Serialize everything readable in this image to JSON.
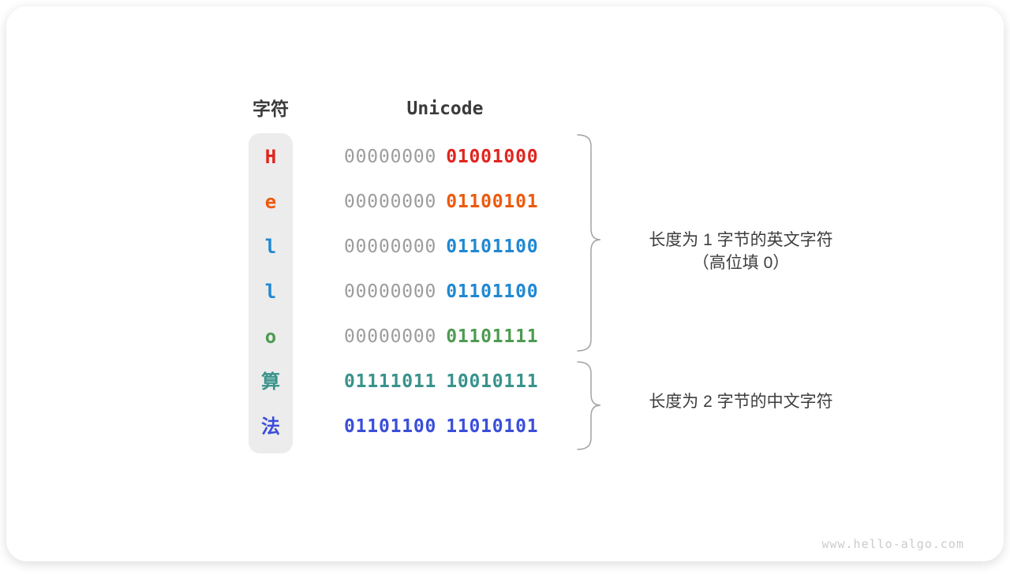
{
  "table": {
    "char_header": "字符",
    "unicode_header": "Unicode",
    "rows": [
      {
        "char": "H",
        "color": "#e0251f",
        "byte_high": "00000000",
        "byte_low": "01001000",
        "high_is_padding": true
      },
      {
        "char": "e",
        "color": "#ed590e",
        "byte_high": "00000000",
        "byte_low": "01100101",
        "high_is_padding": true
      },
      {
        "char": "l",
        "color": "#2088d2",
        "byte_high": "00000000",
        "byte_low": "01101100",
        "high_is_padding": true
      },
      {
        "char": "l",
        "color": "#2088d2",
        "byte_high": "00000000",
        "byte_low": "01101100",
        "high_is_padding": true
      },
      {
        "char": "o",
        "color": "#4e9b51",
        "byte_high": "00000000",
        "byte_low": "01101111",
        "high_is_padding": true
      },
      {
        "char": "算",
        "color": "#38938b",
        "byte_high": "01111011",
        "byte_low": "10010111",
        "high_is_padding": false
      },
      {
        "char": "法",
        "color": "#3b4ed9",
        "byte_high": "01101100",
        "byte_low": "11010101",
        "high_is_padding": false
      }
    ]
  },
  "annotations": {
    "english_group": {
      "line1": "长度为 1 字节的英文字符",
      "line2": "（高位填 0）"
    },
    "chinese_group": {
      "line1": "长度为 2 字节的中文字符"
    }
  },
  "watermark": "www.hello-algo.com",
  "colors": {
    "padding_byte_gray": "#9c9c9c",
    "header_text": "#3b3b3b",
    "annotation_text": "#3d3d3d",
    "char_column_background": "#ececec",
    "brace_stroke": "#a3a3a3",
    "watermark_gray": "#cbcbcb"
  }
}
